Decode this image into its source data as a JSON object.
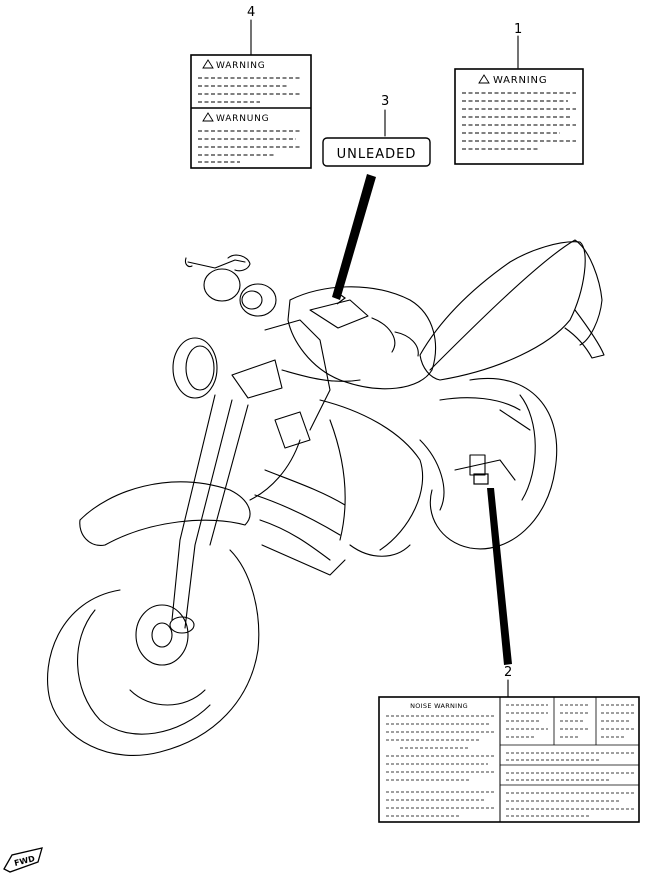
{
  "callouts": {
    "c1": "1",
    "c2": "2",
    "c3": "3",
    "c4": "4"
  },
  "labels": {
    "warning_1": "WARNING",
    "warning_4_top": "WARNING",
    "warnung_4_bottom": "WARNUNG",
    "unleaded": "UNLEADED",
    "noise_warning": "NOISE WARNING"
  },
  "badge": {
    "fwd": "FWD"
  },
  "colors": {
    "line": "#000000",
    "background": "#ffffff"
  }
}
